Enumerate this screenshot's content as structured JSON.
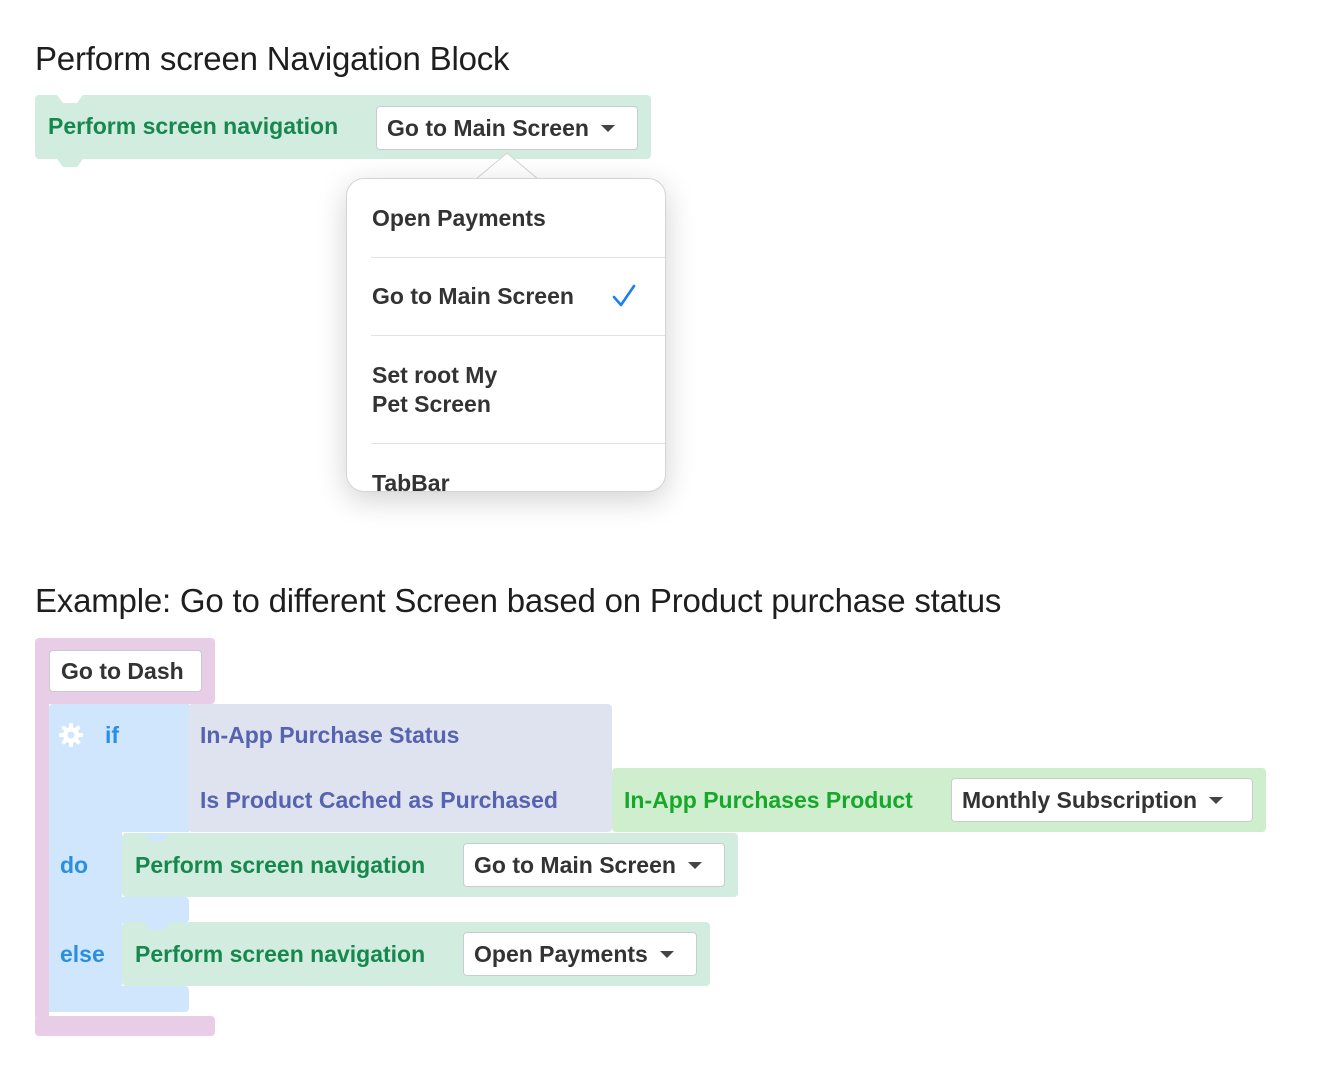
{
  "section1": {
    "heading": "Perform screen Navigation Block",
    "block_label": "Perform screen navigation",
    "selected_value": "Go to Main Screen"
  },
  "popover": {
    "items": [
      {
        "label": "Open Payments",
        "selected": false
      },
      {
        "label": "Go to Main Screen",
        "selected": true
      },
      {
        "label": "Set root My\nPet Screen",
        "selected": false
      },
      {
        "label": "TabBar",
        "selected": false
      }
    ],
    "check_icon": "checkmark-icon",
    "check_color": "#1a7ff0"
  },
  "section2": {
    "heading": "Example: Go to different Screen based on Product purchase status",
    "function_name": "Go to Dash",
    "if_label": "if",
    "do_label": "do",
    "else_label": "else",
    "gear_icon": "gear-icon",
    "status_label": "In-App Purchase Status",
    "cached_label": "Is Product Cached as Purchased",
    "product_label": "In-App Purchases Product",
    "product_value": "Monthly Subscription",
    "do_block_label": "Perform screen navigation",
    "do_value": "Go to Main Screen",
    "else_block_label": "Perform screen navigation",
    "else_value": "Open Payments"
  },
  "colors": {
    "nav_block": "#d3ece0",
    "nav_text": "#16884e",
    "product_block": "#cfeecd",
    "product_text": "#16a82a",
    "function_block": "#e8cde6",
    "logic_block": "#cfe6fc",
    "logic_text": "#2b8fe0",
    "status_block": "#dfe3f0",
    "status_text": "#5663b0"
  }
}
